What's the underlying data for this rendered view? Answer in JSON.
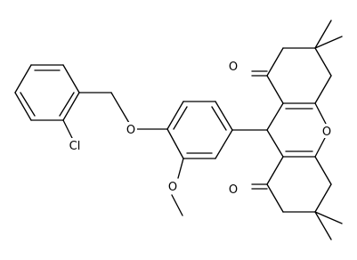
{
  "molecule": {
    "atom_labels": {
      "chlorine": "Cl",
      "ether_oxygen": "O",
      "methoxy_oxygen": "O",
      "xanthene_oxygen": "O",
      "carbonyl_oxygen_top": "O",
      "carbonyl_oxygen_bottom": "O"
    }
  }
}
